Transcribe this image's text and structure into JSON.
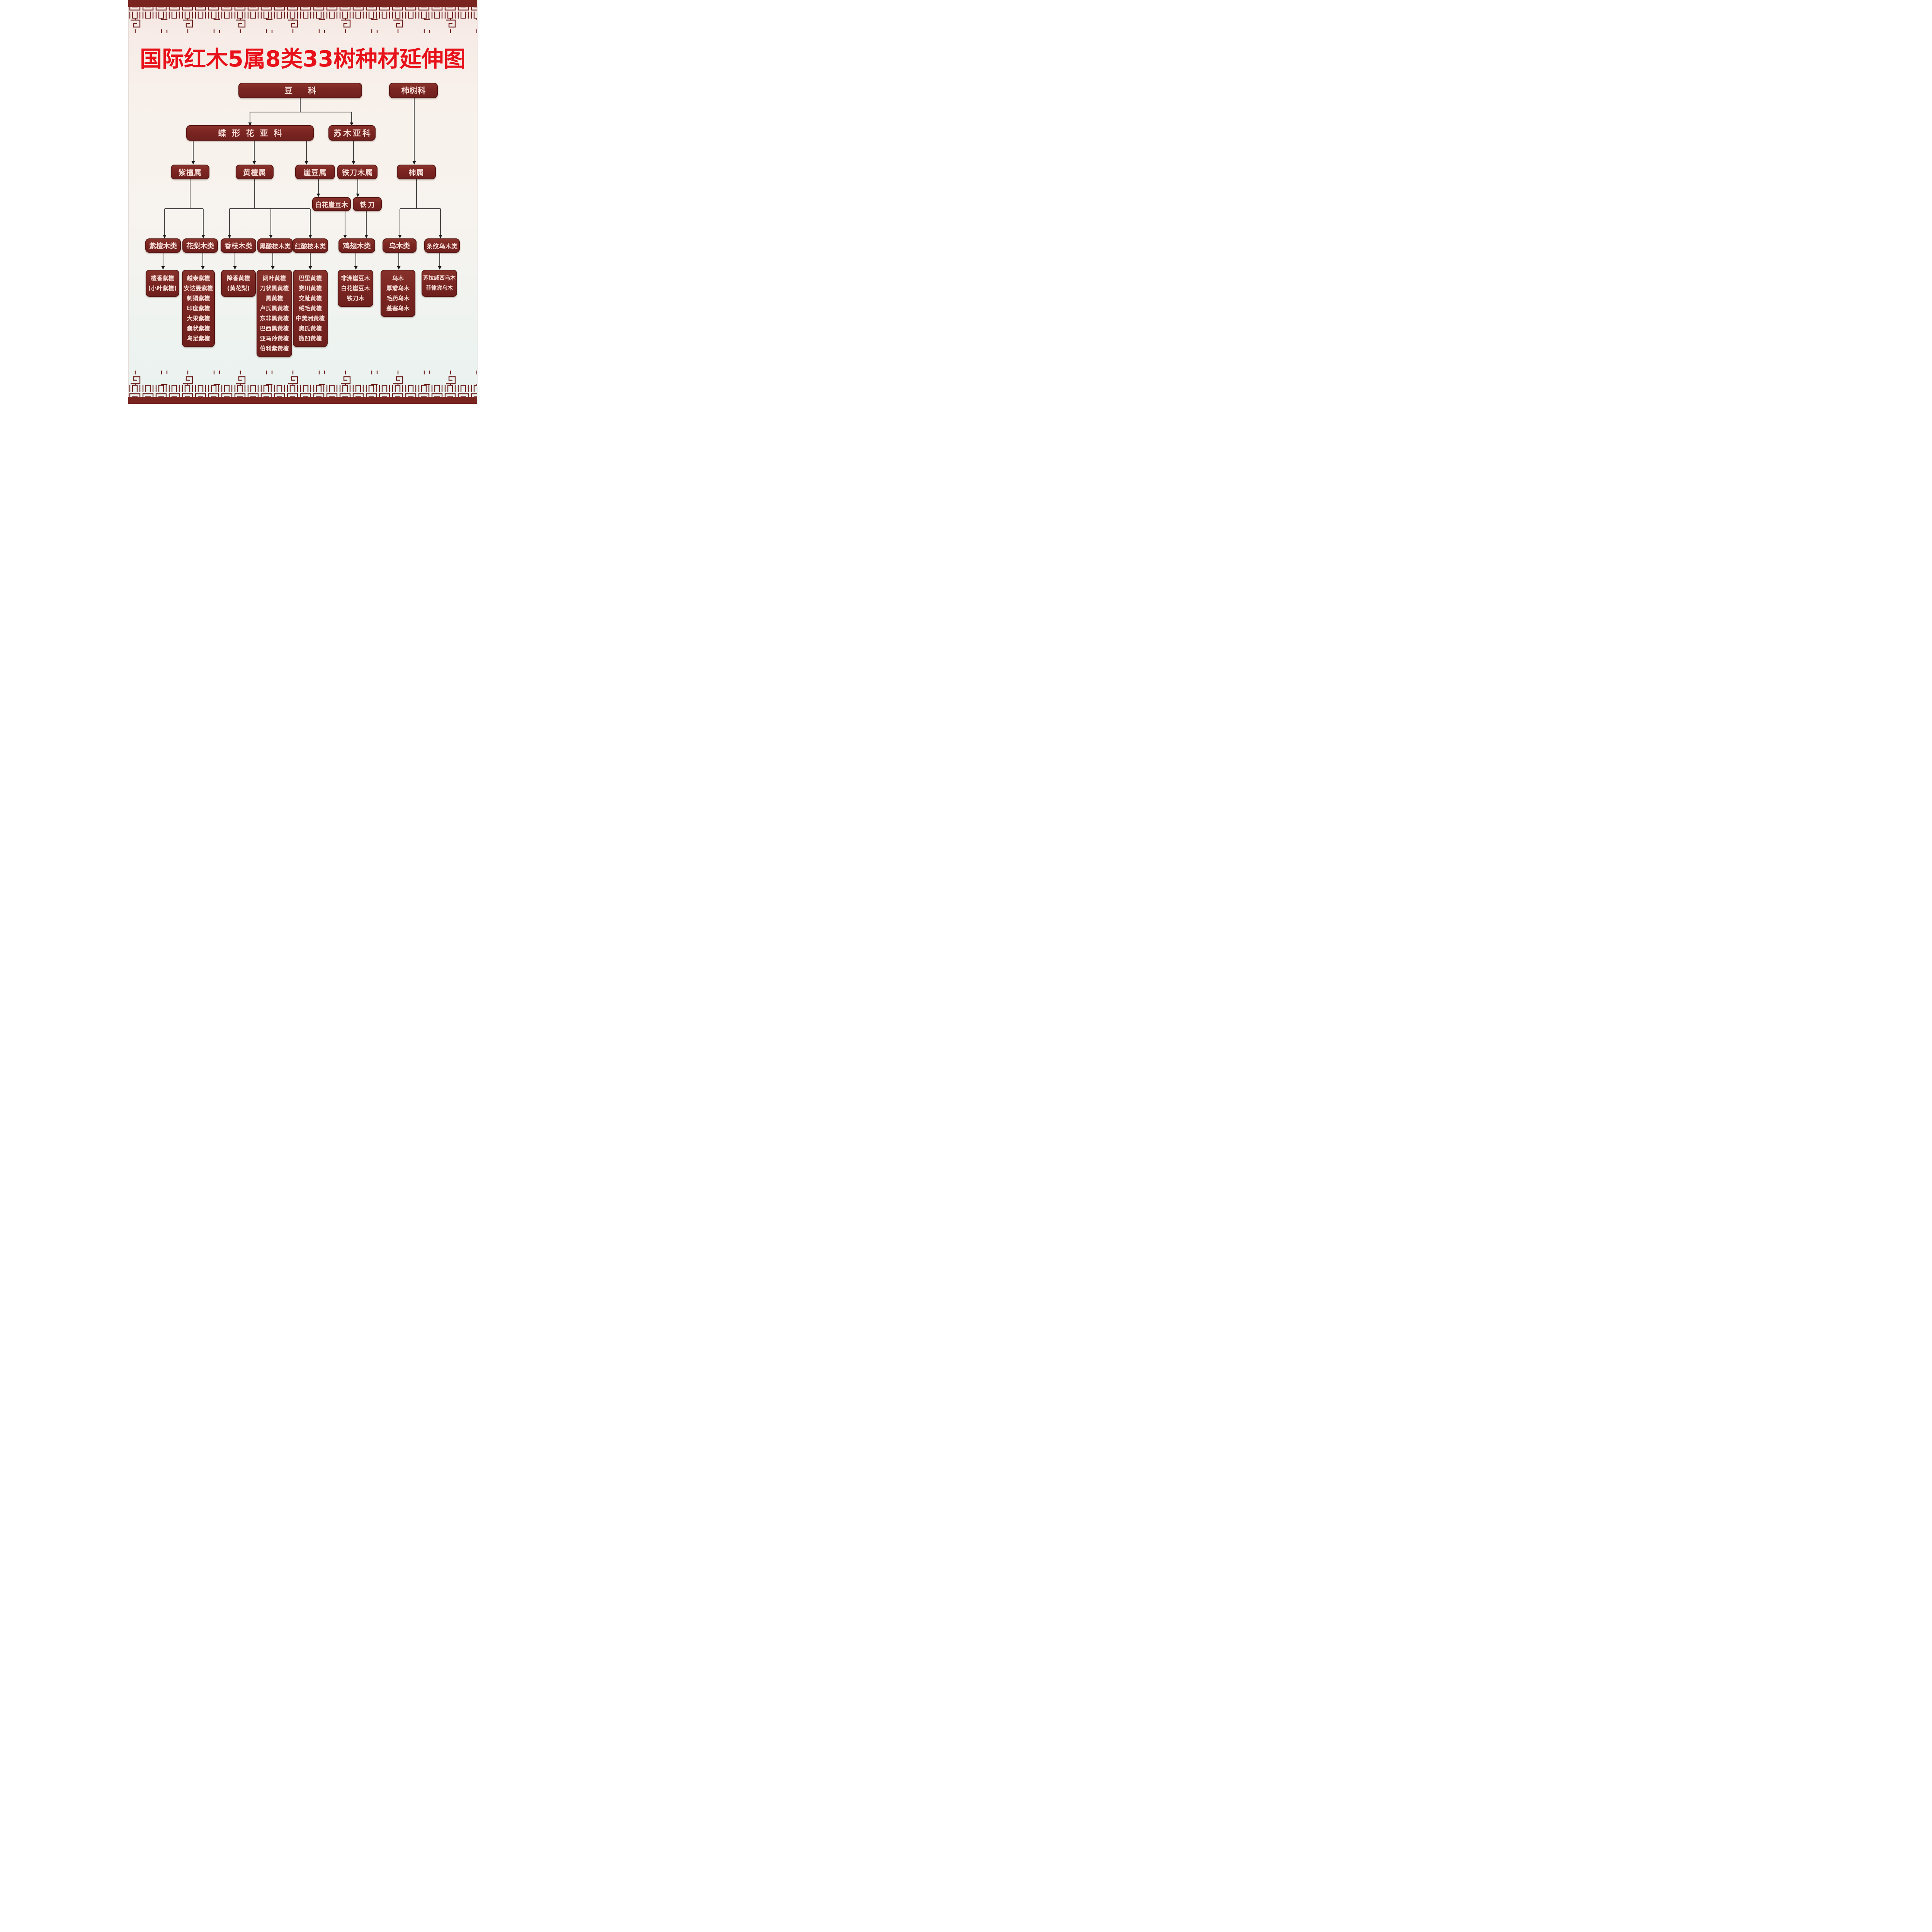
{
  "title": "国际红木5属8类33树种材延伸图",
  "nodes": {
    "family_legume": "豆科",
    "family_persimmon": "柿树科",
    "subfamily_papilionoideae": "蝶形花亚科",
    "subfamily_caesalpinioideae": "苏木亚科",
    "genus_zitan": "紫檀属",
    "genus_huangtan": "黄檀属",
    "genus_yadou": "崖豆属",
    "genus_tiedaomu": "铁刀木属",
    "genus_shi": "柿属",
    "mid_baihua_yadoumu": "白花崖豆木",
    "mid_tiedao": "铁刀",
    "cat_zitanmu": "紫檀木类",
    "cat_hualimu": "花梨木类",
    "cat_xiangzhimu": "香枝木类",
    "cat_heisuanzhimu": "黑酸枝木类",
    "cat_hongsuanzhimu": "红酸枝木类",
    "cat_jichimu": "鸡翅木类",
    "cat_wumu": "乌木类",
    "cat_tiaowenwumu": "条纹乌木类"
  },
  "species": {
    "zitanmu": [
      "檀香紫檀",
      "(小叶紫檀)"
    ],
    "hualimu": [
      "越柬紫檀",
      "安达曼紫檀",
      "刺猬紫檀",
      "印度紫檀",
      "大果紫檀",
      "囊状紫檀",
      "鸟足紫檀"
    ],
    "xiangzhimu": [
      "降香黄檀",
      "(黄花梨)"
    ],
    "heisuanzhimu": [
      "阔叶黄檀",
      "刀状黑黄檀",
      "黑黄檀",
      "卢氏黑黄檀",
      "东非黑黄檀",
      "巴西黑黄檀",
      "亚马孙黄檀",
      "伯利紫黄檀"
    ],
    "hongsuanzhimu": [
      "巴里黄檀",
      "赛川黄檀",
      "交趾黄檀",
      "绒毛黄檀",
      "中美洲黄檀",
      "奥氏黄檀",
      "微凹黄檀"
    ],
    "jichimu": [
      "非洲崖豆木",
      "白花崖豆木",
      "铁刀木"
    ],
    "wumu": [
      "乌木",
      "厚瓣乌木",
      "毛药乌木",
      "蓬塞乌木"
    ],
    "tiaowenwumu": [
      "苏拉威西乌木",
      "菲律宾乌木"
    ]
  },
  "colors": {
    "title_red": "#e8111a",
    "box_maroon": "#7b2522",
    "box_border": "#581714",
    "box_text": "#f6dcd6",
    "connector": "#2c2c2c",
    "border_fretwork": "#6e2320",
    "background_top": "#f5e4e1",
    "background_bottom": "#e9f2ef"
  },
  "decorations": {
    "border_style": "chinese-fretwork-lattice"
  }
}
